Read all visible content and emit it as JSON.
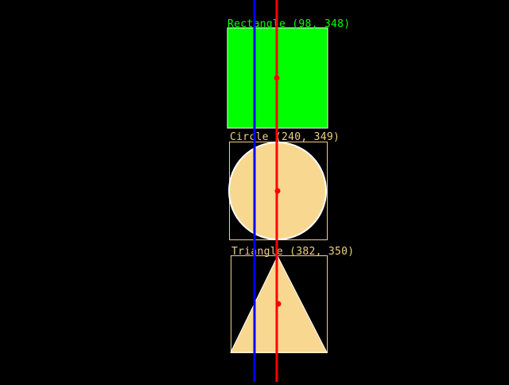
{
  "colors": {
    "background": "#000000",
    "rectangle_fill": "#00ff00",
    "rectangle_label": "#00ff00",
    "beige_fill": "#f8d890",
    "beige_label": "#f0d080",
    "box_outline": "#f0d080",
    "shape_outline": "#ffffff",
    "centroid_dot": "#ff0000",
    "red_line": "#ff0000",
    "blue_line": "#0000ff"
  },
  "shapes": [
    {
      "id": "rectangle",
      "label": "Rectangle (98, 348)"
    },
    {
      "id": "circle",
      "label": "Circle (240, 349)"
    },
    {
      "id": "triangle",
      "label": "Triangle (382, 350)"
    }
  ]
}
